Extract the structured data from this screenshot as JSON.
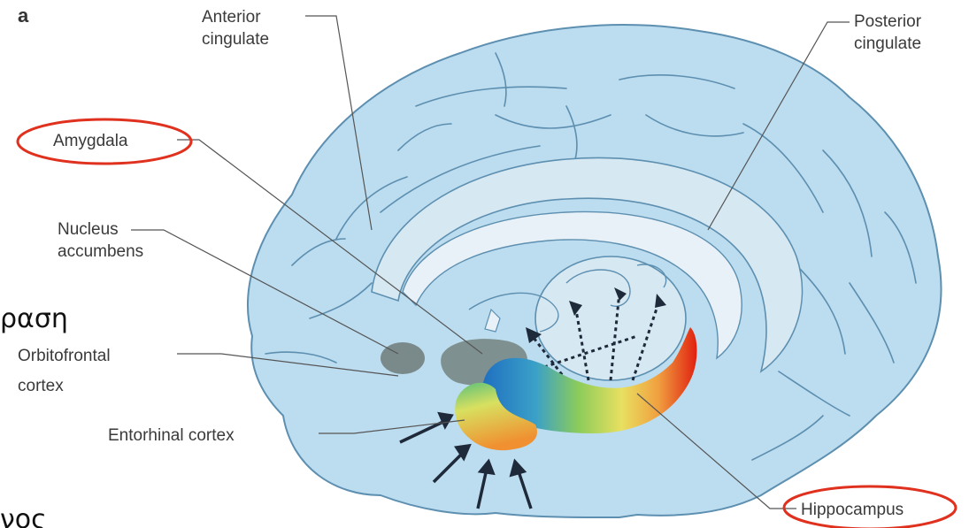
{
  "panel_letter": "a",
  "labels": {
    "anterior_cingulate": [
      "Anterior",
      "cingulate"
    ],
    "posterior_cingulate": [
      "Posterior",
      "cingulate"
    ],
    "amygdala": "Amygdala",
    "nucleus_accumbens": [
      "Nucleus",
      "accumbens"
    ],
    "orbitofrontal_cortex": [
      "Orbitofrontal",
      "cortex"
    ],
    "entorhinal_cortex": "Entorhinal cortex",
    "hippocampus": "Hippocampus"
  },
  "overlay_text": {
    "line1": "ραση",
    "line2": "νος"
  },
  "colors": {
    "brain_fill": "#bcdcef",
    "brain_outline": "#5d8fb0",
    "inner_fill": "#d6e8f2",
    "highlight_ellipse": "#e0301e",
    "structure_gray": "#7a8a8a"
  }
}
